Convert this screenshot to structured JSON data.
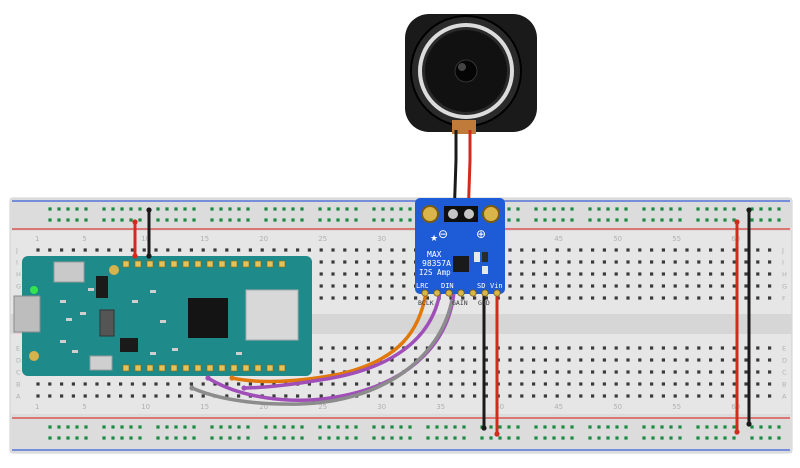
{
  "breadboard": {
    "column_numbers": [
      "1",
      "5",
      "10",
      "15",
      "20",
      "25",
      "30",
      "35",
      "40",
      "45",
      "50",
      "55",
      "60"
    ],
    "row_letters_top": [
      "J",
      "I",
      "H",
      "G",
      "F"
    ],
    "row_letters_bottom": [
      "E",
      "D",
      "C",
      "B",
      "A"
    ],
    "rail_red_color": "#d93a36",
    "rail_blue_color": "#3a5fd9"
  },
  "amplifier": {
    "title_line1": "MAX",
    "title_line2": "98357A",
    "title_line3": "I2S Amp",
    "pin_lrc": "LRC",
    "pin_bclk": "BCLK",
    "pin_din": "DIN",
    "pin_gain": "GAIN",
    "pin_sd": "SD",
    "pin_gnd": "GND",
    "pin_vin": "Vin",
    "minus_symbol": "⊖",
    "plus_symbol": "⊕",
    "board_color": "#1e5bd6"
  },
  "microcontroller": {
    "board_color": "#1f8a8a",
    "led_color": "#35e34a"
  },
  "wires": {
    "red": "#d32a1e",
    "black": "#1a1a1a",
    "orange": "#e0780c",
    "purple": "#a04fb8",
    "gray": "#8c8c8c"
  }
}
